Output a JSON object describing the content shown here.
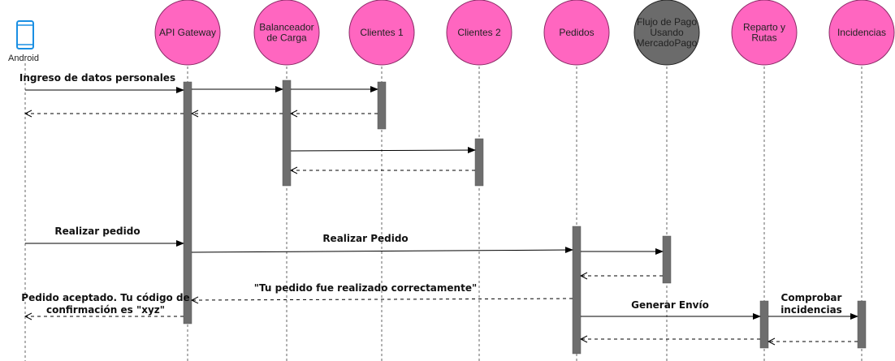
{
  "colors": {
    "participant_fill": "#ff66c0",
    "participant_stroke": "#8a2a66",
    "payment_fill": "#6b6b6b",
    "activation": "#6e6e6e",
    "lifeline": "#666666",
    "device": "#1a8fe3"
  },
  "device": {
    "label": "Android",
    "icon": "smartphone-icon"
  },
  "participants": [
    {
      "id": "api",
      "lines": [
        "API Gateway"
      ]
    },
    {
      "id": "lb",
      "lines": [
        "Balanceador",
        "de Carga"
      ]
    },
    {
      "id": "c1",
      "lines": [
        "Clientes 1"
      ]
    },
    {
      "id": "c2",
      "lines": [
        "Clientes 2"
      ]
    },
    {
      "id": "ped",
      "lines": [
        "Pedidos"
      ]
    },
    {
      "id": "pay",
      "lines": [
        "Flujo de Pago",
        "Usando",
        "MercadoPago"
      ],
      "dark": true
    },
    {
      "id": "rep",
      "lines": [
        "Reparto y",
        "Rutas"
      ]
    },
    {
      "id": "inc",
      "lines": [
        "Incidencias"
      ]
    }
  ],
  "messages": [
    {
      "from": "android",
      "to": "api",
      "type": "sync",
      "label": [
        "Ingreso de datos personales"
      ]
    },
    {
      "from": "api",
      "to": "lb",
      "type": "sync",
      "label": []
    },
    {
      "from": "lb",
      "to": "c1",
      "type": "sync",
      "label": []
    },
    {
      "from": "c1",
      "to": "lb",
      "type": "return",
      "label": []
    },
    {
      "from": "lb",
      "to": "api",
      "type": "return",
      "label": []
    },
    {
      "from": "api",
      "to": "android",
      "type": "return",
      "label": []
    },
    {
      "from": "lb",
      "to": "c2",
      "type": "sync",
      "label": []
    },
    {
      "from": "c2",
      "to": "lb",
      "type": "return",
      "label": []
    },
    {
      "from": "android",
      "to": "api",
      "type": "sync",
      "label": [
        "Realizar pedido"
      ]
    },
    {
      "from": "api",
      "to": "ped",
      "type": "sync",
      "label": [
        "Realizar Pedido"
      ]
    },
    {
      "from": "ped",
      "to": "pay",
      "type": "sync",
      "label": []
    },
    {
      "from": "pay",
      "to": "ped",
      "type": "return",
      "label": []
    },
    {
      "from": "ped",
      "to": "api",
      "type": "return",
      "label": [
        "\"Tu pedido fue realizado correctamente\""
      ]
    },
    {
      "from": "api",
      "to": "android",
      "type": "return",
      "label": [
        "Pedido aceptado. Tu código de",
        "confirmación es \"xyz\""
      ]
    },
    {
      "from": "ped",
      "to": "rep",
      "type": "sync",
      "label": [
        "Generar Envío"
      ]
    },
    {
      "from": "rep",
      "to": "inc",
      "type": "sync",
      "label": [
        "Comprobar",
        "incidencias"
      ]
    },
    {
      "from": "inc",
      "to": "rep",
      "type": "return",
      "label": []
    },
    {
      "from": "rep",
      "to": "ped",
      "type": "return",
      "label": []
    }
  ]
}
